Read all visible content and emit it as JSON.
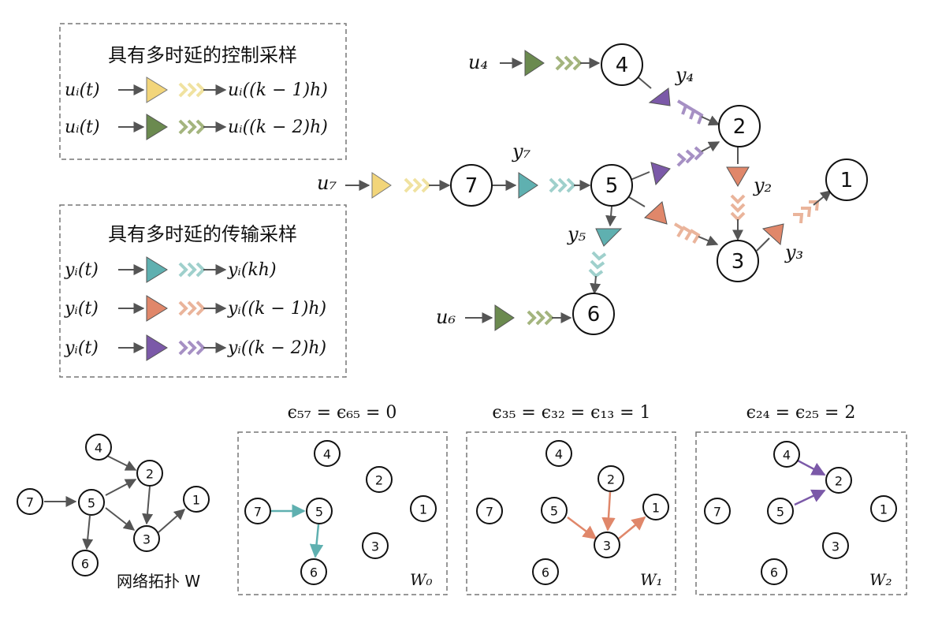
{
  "legend": {
    "control": {
      "title": "具有多时延的控制采样",
      "rows": [
        {
          "input": "uᵢ(t)",
          "output": "uᵢ((k − 1)h)",
          "color": "#f2d57a",
          "chevron": "#f0e2a0"
        },
        {
          "input": "uᵢ(t)",
          "output": "uᵢ((k − 2)h)",
          "color": "#6b8a4f",
          "chevron": "#a4b57e"
        }
      ]
    },
    "transmission": {
      "title": "具有多时延的传输采样",
      "rows": [
        {
          "input": "yᵢ(t)",
          "output": "yᵢ(kh)",
          "color": "#5fb0b0",
          "chevron": "#9fd0cc"
        },
        {
          "input": "yᵢ(t)",
          "output": "yᵢ((k − 1)h)",
          "color": "#e0876a",
          "chevron": "#eab49b"
        },
        {
          "input": "yᵢ(t)",
          "output": "yᵢ((k − 2)h)",
          "color": "#7b59a8",
          "chevron": "#a690c4"
        }
      ]
    }
  },
  "main": {
    "nodes": [
      "1",
      "2",
      "3",
      "4",
      "5",
      "6",
      "7"
    ],
    "inputs": [
      "u₄",
      "u₇",
      "u₆"
    ],
    "outputs": [
      "y₄",
      "y₇",
      "y₂",
      "y₅",
      "y₃"
    ]
  },
  "bottom": {
    "topology_label": "网络拓扑 W",
    "panels": [
      {
        "caption": "ϵ₅₇ = ϵ₆₅ = 0",
        "label": "W₀",
        "color": "#5fb0b0"
      },
      {
        "caption": "ϵ₃₅ = ϵ₃₂ = ϵ₁₃ = 1",
        "label": "W₁",
        "color": "#e0876a"
      },
      {
        "caption": "ϵ₂₄ = ϵ₂₅ = 2",
        "label": "W₂",
        "color": "#7b59a8"
      }
    ]
  },
  "colors": {
    "control_k1": "#f2d57a",
    "control_k2": "#6b8a4f",
    "trans_k0": "#5fb0b0",
    "trans_k1": "#e0876a",
    "trans_k2": "#7b59a8",
    "edge": "#555555"
  }
}
